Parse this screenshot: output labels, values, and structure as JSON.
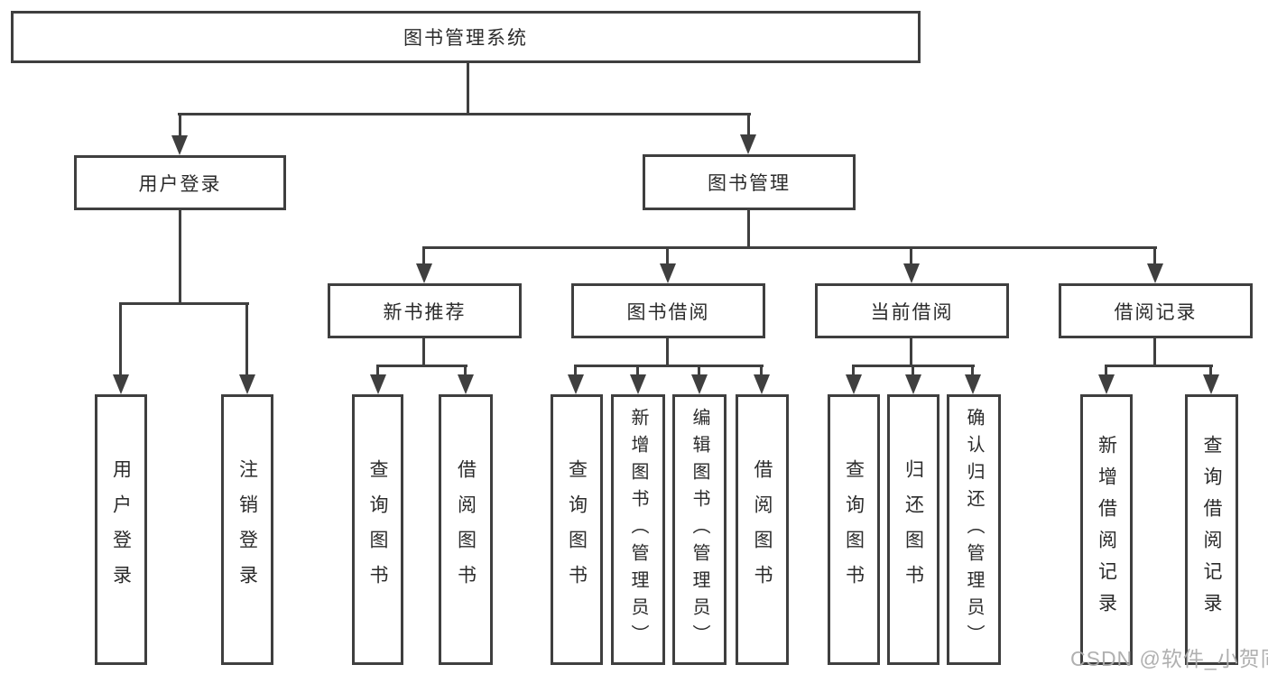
{
  "colors": {
    "line": "#3f3f3f",
    "border": "#3f3f3f",
    "text": "#2b2b2b",
    "background": "#ffffff",
    "watermark": "#acacac"
  },
  "diagram": {
    "type": "hierarchy-tree",
    "title": "图书管理系统",
    "branches": [
      {
        "label": "用户登录",
        "children": [
          {
            "label": "用户登录"
          },
          {
            "label": "注销登录"
          }
        ]
      },
      {
        "label": "图书管理",
        "children": [
          {
            "label": "新书推荐",
            "children": [
              {
                "label": "查询图书"
              },
              {
                "label": "借阅图书"
              }
            ]
          },
          {
            "label": "图书借阅",
            "children": [
              {
                "label": "查询图书"
              },
              {
                "label": "新增图书（管理员）"
              },
              {
                "label": "编辑图书（管理员）"
              },
              {
                "label": "借阅图书"
              }
            ]
          },
          {
            "label": "当前借阅",
            "children": [
              {
                "label": "查询图书"
              },
              {
                "label": "归还图书"
              },
              {
                "label": "确认归还（管理员）"
              }
            ]
          },
          {
            "label": "借阅记录",
            "children": [
              {
                "label": "新增借阅记录"
              },
              {
                "label": "查询借阅记录"
              }
            ]
          }
        ]
      }
    ]
  },
  "watermark": {
    "text": "CSDN @软件_小贺同学"
  }
}
